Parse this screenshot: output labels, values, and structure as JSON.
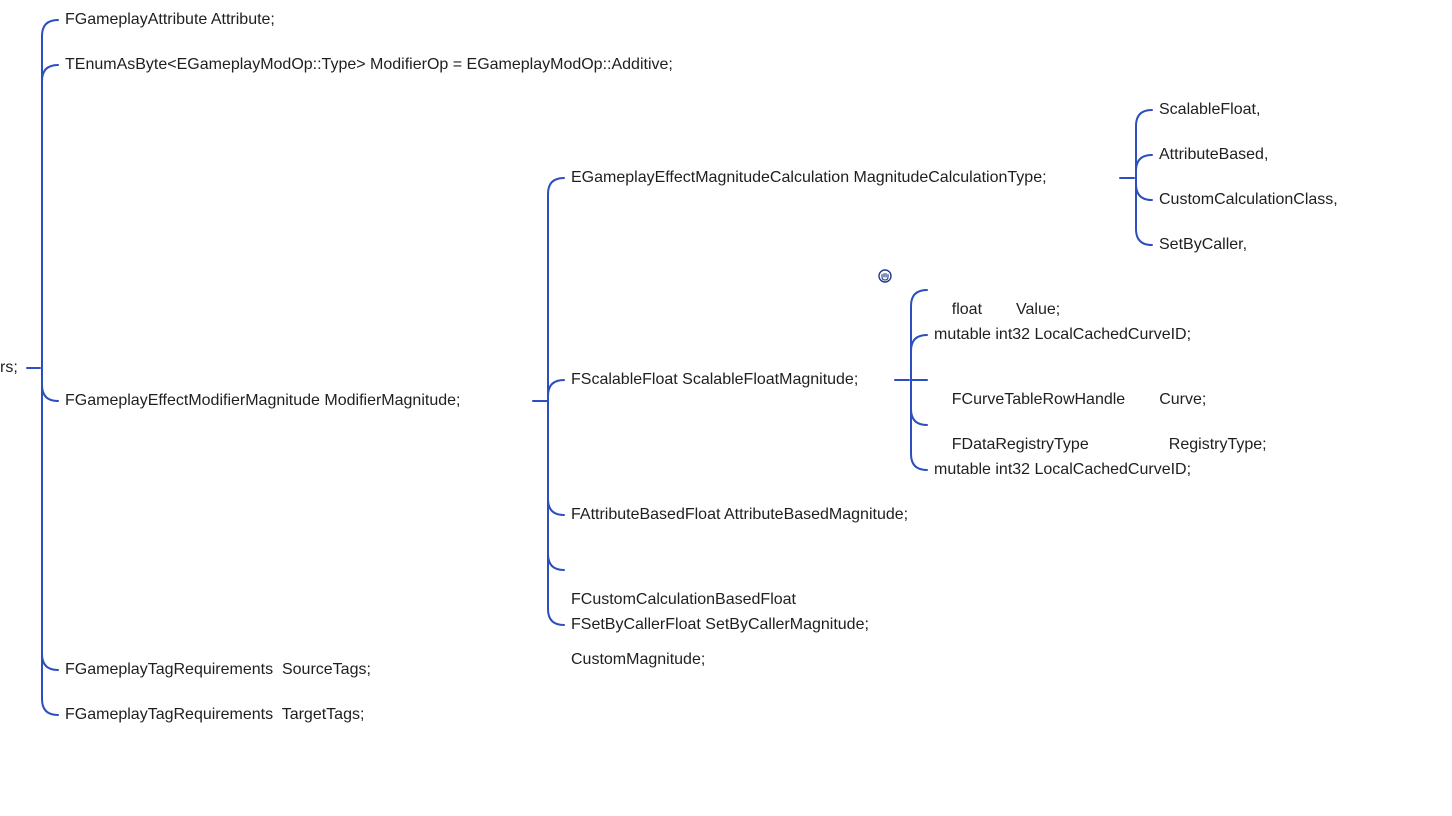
{
  "root": {
    "label": "rs;"
  },
  "level1": [
    {
      "label": "FGameplayAttribute Attribute;"
    },
    {
      "label": "TEnumAsByte<EGameplayModOp::Type> ModifierOp = EGameplayModOp::Additive;"
    },
    {
      "label": "FGameplayEffectModifierMagnitude ModifierMagnitude;"
    },
    {
      "label": "FGameplayTagRequirements  SourceTags;"
    },
    {
      "label": "FGameplayTagRequirements  TargetTags;"
    }
  ],
  "magnitude_children": [
    {
      "label": "EGameplayEffectMagnitudeCalculation MagnitudeCalculationType;"
    },
    {
      "label": "FScalableFloat ScalableFloatMagnitude;"
    },
    {
      "label": "FAttributeBasedFloat AttributeBasedMagnitude;"
    },
    {
      "label_line1": "FCustomCalculationBasedFloat",
      "label_line2": "CustomMagnitude;"
    },
    {
      "label": "FSetByCallerFloat SetByCallerMagnitude;"
    }
  ],
  "calculation_types": [
    {
      "label": "ScalableFloat,"
    },
    {
      "label": "AttributeBased,"
    },
    {
      "label": "CustomCalculationClass,"
    },
    {
      "label": "SetByCaller,"
    }
  ],
  "scalable_float_fields": [
    {
      "type": "float",
      "name": "Value;"
    },
    {
      "label": "mutable int32 LocalCachedCurveID;"
    },
    {
      "type": "FCurveTableRowHandle",
      "name": "Curve;"
    },
    {
      "type": "FDataRegistryType",
      "name": "RegistryType;"
    },
    {
      "label": "mutable int32 LocalCachedCurveID;"
    }
  ],
  "colors": {
    "connector": "#2c4fbf",
    "text": "#1f1f1f",
    "background": "#ffffff"
  },
  "icons": {
    "cursor": "hand-grab-cursor-icon"
  }
}
